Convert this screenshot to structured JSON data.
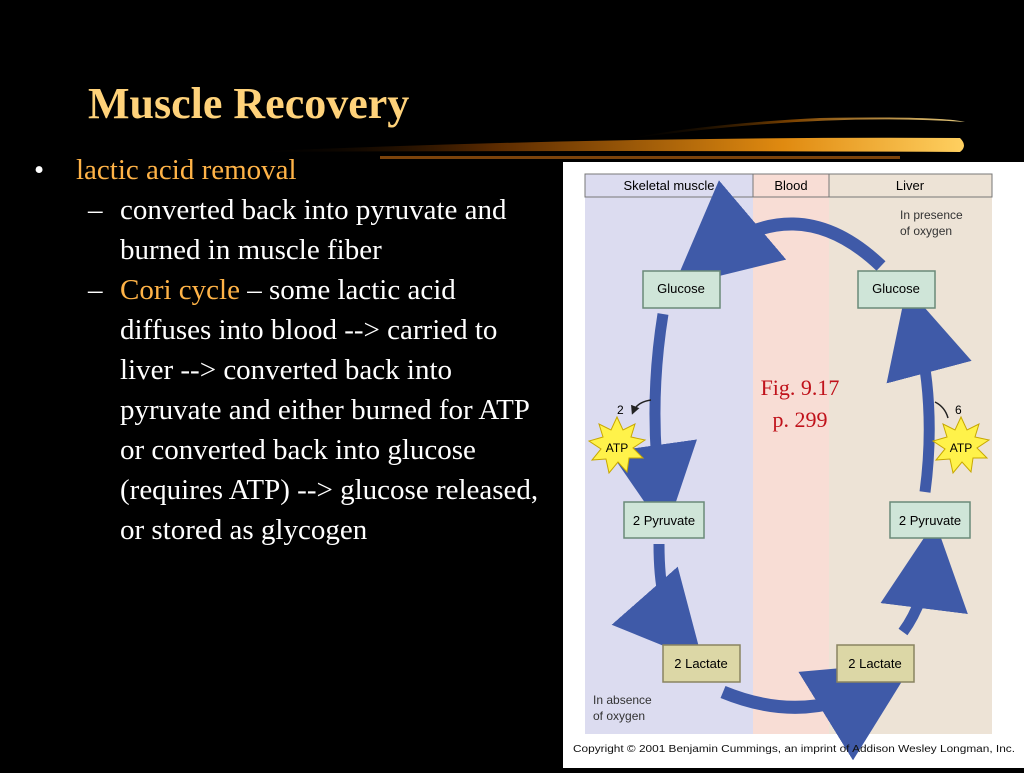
{
  "slide": {
    "title": "Muscle Recovery",
    "bullet": "lactic acid removal",
    "sub1": "converted back into pyruvate and burned in muscle fiber",
    "sub2_highlight": "Cori cycle",
    "sub2_rest": " – some lactic acid diffuses into blood --> carried to liver --> converted back into pyruvate and either burned for ATP or converted back into glucose (requires ATP) --> glucose released, or stored as glycogen",
    "fig_ref_line1": "Fig. 9.17",
    "fig_ref_line2": "p. 299"
  },
  "figure": {
    "col_muscle": "Skeletal muscle",
    "col_blood": "Blood",
    "col_liver": "Liver",
    "oxygen_present": [
      "In presence",
      "of oxygen"
    ],
    "oxygen_absent": [
      "In absence",
      "of oxygen"
    ],
    "glucose_left": "Glucose",
    "glucose_right": "Glucose",
    "pyruvate_left": "2 Pyruvate",
    "pyruvate_right": "2 Pyruvate",
    "lactate_left": "2 Lactate",
    "lactate_right": "2 Lactate",
    "atp_left": "ATP",
    "atp_right": "ATP",
    "atp_left_count": "2",
    "atp_right_count": "6",
    "copyright": "Copyright © 2001 Benjamin Cummings, an imprint of Addison Wesley Longman, Inc."
  },
  "colors": {
    "title": "#ffd27a",
    "highlight": "#ffb347",
    "fig_ref": "#c0121b",
    "arrow": "#3f5aa8",
    "box_green": "#cfe5d8",
    "box_tan": "#dcd7a6",
    "muscle_bg": "#dcdcf0",
    "blood_bg": "#f8ddd5",
    "liver_bg": "#ede3d6"
  }
}
